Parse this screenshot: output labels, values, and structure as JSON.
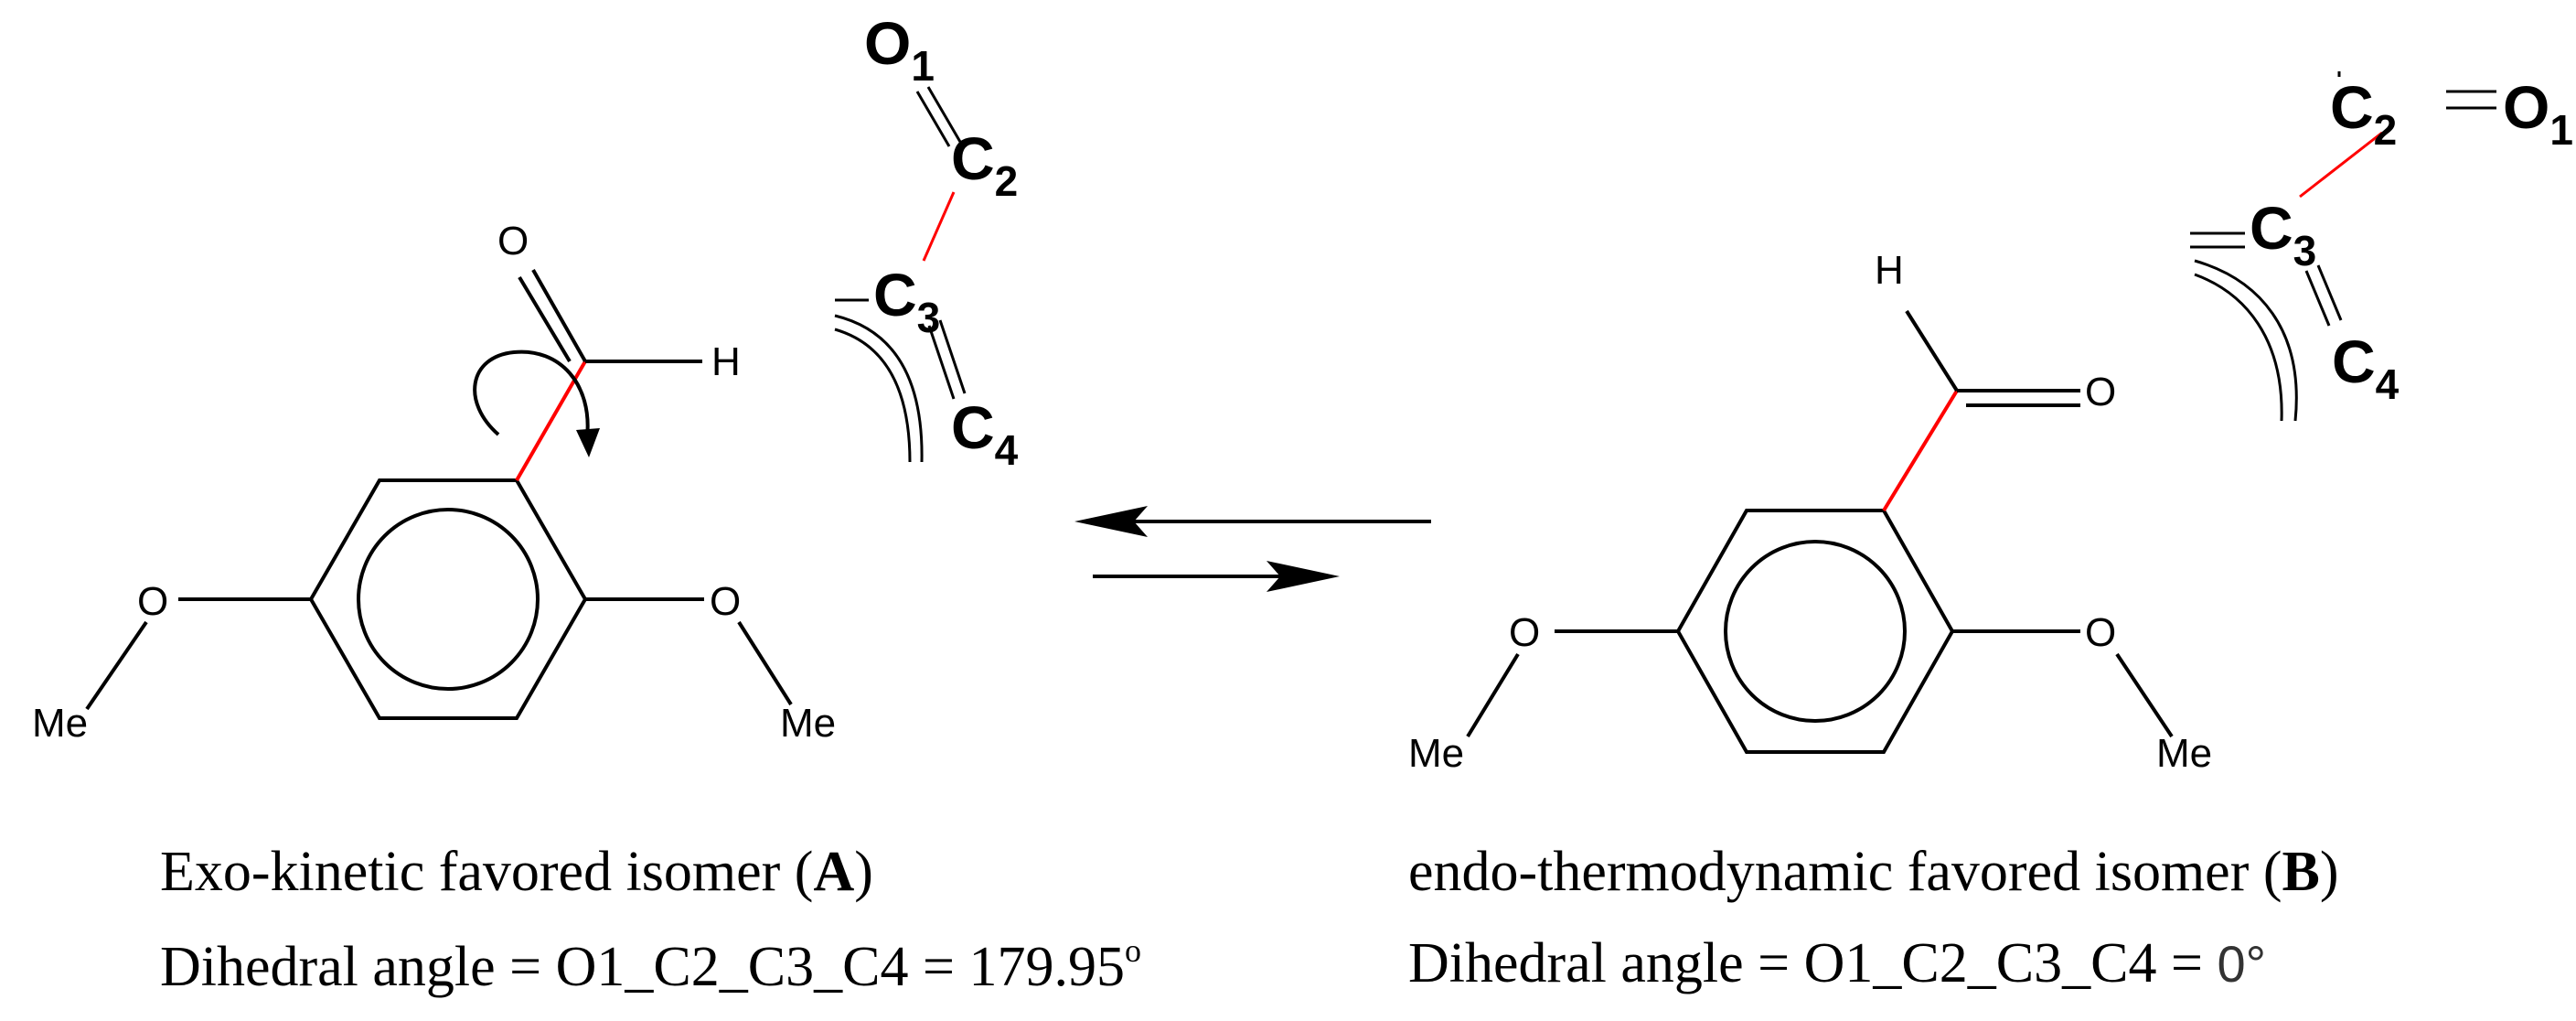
{
  "structure_a": {
    "aldehyde_o": "O",
    "aldehyde_h": "H",
    "ortho_o": "O",
    "ortho_me": "Me",
    "meta_o": "O",
    "meta_me": "Me"
  },
  "structure_b": {
    "aldehyde_o": "O",
    "aldehyde_h": "H",
    "ortho_o": "O",
    "ortho_me": "Me",
    "meta_o": "O",
    "meta_me": "Me"
  },
  "inset_a": {
    "o1": "O",
    "o1_sub": "1",
    "c2": "C",
    "c2_sub": "2",
    "c3": "C",
    "c3_sub": "3",
    "c4": "C",
    "c4_sub": "4"
  },
  "inset_b": {
    "o1": "O",
    "o1_sub": "1",
    "c2": "C",
    "c2_sub": "2",
    "c3": "C",
    "c3_sub": "3",
    "c4": "C",
    "c4_sub": "4"
  },
  "caption_a": {
    "line1_prefix": "Exo-kinetic favored isomer (",
    "line1_letter": "A",
    "line1_suffix": ")",
    "line2_prefix": "Dihedral angle = O1_C2_C3_C4 = 179.95",
    "line2_degree": "o"
  },
  "caption_b": {
    "line1_prefix": "endo-thermodynamic favored isomer (",
    "line1_letter": "B",
    "line1_suffix": ")",
    "line2_prefix": "Dihedral angle = O1_C2_C3_C4 = ",
    "line2_value": "0°"
  },
  "colors": {
    "highlight_bond": "#ff0000",
    "ink": "#000000"
  }
}
